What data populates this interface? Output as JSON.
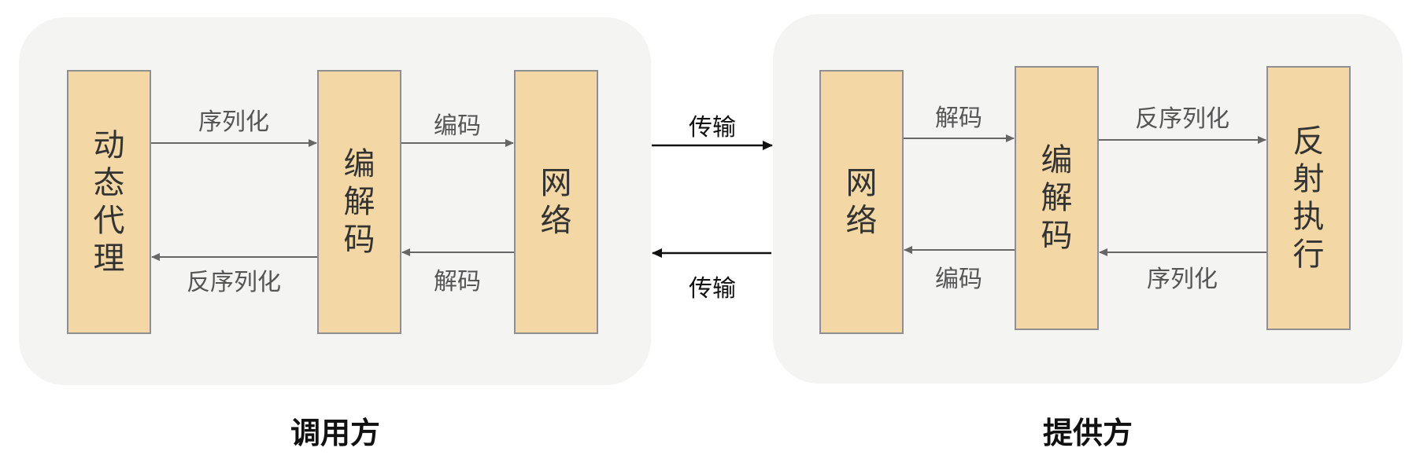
{
  "caller": {
    "title": "调用方",
    "boxes": {
      "proxy": "动态代理",
      "codec": "编解码",
      "network": "网络"
    },
    "labels": {
      "serialize": "序列化",
      "deserialize": "反序列化",
      "encode": "编码",
      "decode": "解码"
    }
  },
  "transfer": {
    "top": "传输",
    "bottom": "传输"
  },
  "provider": {
    "title": "提供方",
    "boxes": {
      "network": "网络",
      "codec": "编解码",
      "reflect": "反射执行"
    },
    "labels": {
      "decode": "解码",
      "deserialize": "反序列化",
      "encode": "编码",
      "serialize": "序列化"
    }
  },
  "colors": {
    "panel": "#f4f4f2",
    "box_fill": "#f3d8a6",
    "box_border": "#8f8f8f",
    "arrow_gray": "#666666",
    "arrow_black": "#111111"
  }
}
